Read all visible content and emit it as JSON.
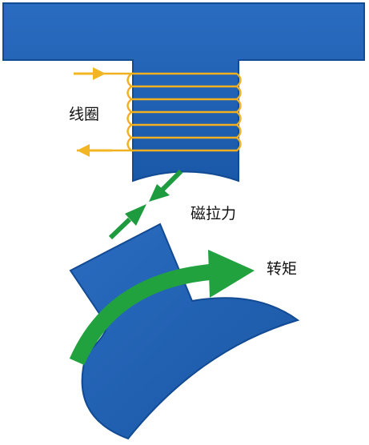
{
  "labels": {
    "coil": "线圈",
    "magnetic_force": "磁拉力",
    "torque": "转矩"
  },
  "colors": {
    "iron_core": "#1d5fb4",
    "iron_core_dark": "#124a93",
    "rotor": "#1d5fb4",
    "coil_wire": "#f0b020",
    "current_arrow": "#f2b625",
    "force_arrow": "#1e9b3e",
    "torque_arrow": "#22a23f"
  },
  "icons": {
    "current_in": "arrow-right-icon",
    "current_out": "arrow-left-icon",
    "force": "double-arrow-icon",
    "torque": "curved-arrow-icon"
  }
}
